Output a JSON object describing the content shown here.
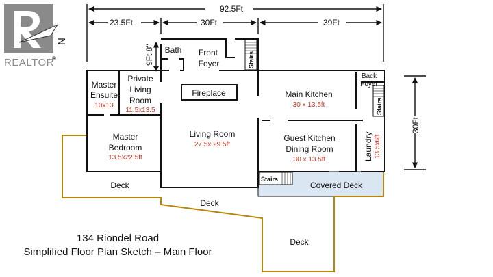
{
  "logo": {
    "text": "REALTOR",
    "registered": "®",
    "compass_letter": "N"
  },
  "dimensions": {
    "overall_width": "92.5Ft",
    "segment_1": "23.5Ft",
    "segment_2": "30Ft",
    "segment_3": "39Ft",
    "height_right": "30Ft",
    "bath_offset": "9Ft 8\""
  },
  "rooms": {
    "bath": "Bath",
    "front_foyer_1": "Front",
    "front_foyer_2": "Foyer",
    "stairs": "Stairs",
    "back_foyer_1": "Back",
    "back_foyer_2": "Foyer",
    "master_ensuite_1": "Master",
    "master_ensuite_2": "Ensuite",
    "master_ensuite_size": "10x13",
    "private_living_1": "Private",
    "private_living_2": "Living",
    "private_living_3": "Room",
    "private_living_size": "11.5x13.5",
    "fireplace": "Fireplace",
    "main_kitchen": "Main Kitchen",
    "main_kitchen_size": "30 x 13.5ft",
    "master_bedroom_1": "Master",
    "master_bedroom_2": "Bedroom",
    "master_bedroom_size": "13.5x22.5ft",
    "living_room": "Living Room",
    "living_room_size": "27.5x 29.5ft",
    "guest_kitchen_1": "Guest Kitchen",
    "guest_kitchen_2": "Dining Room",
    "guest_kitchen_size": "30 x 13.5ft",
    "laundry": "Laundry",
    "laundry_size": "13.5x6ft",
    "covered_deck": "Covered Deck",
    "deck_left": "Deck",
    "deck_center": "Deck",
    "deck_right": "Deck"
  },
  "caption": {
    "line1": "134 Riondel Road",
    "line2": "Simplified Floor Plan Sketch – Main Floor"
  },
  "colors": {
    "wall": "#111111",
    "deck_outline": "#b8860b",
    "covered_deck_fill": "#dbe6f3",
    "size_text": "#c0392b",
    "logo_gray": "#8a8a8a"
  }
}
